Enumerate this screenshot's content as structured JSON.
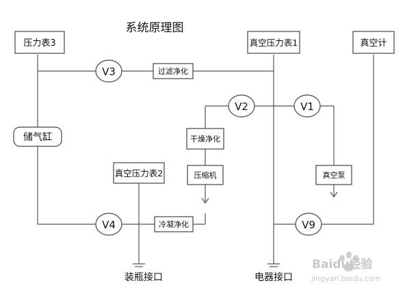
{
  "title": "系统原理图",
  "boxes": {
    "pressure_gauge_3": "压力表3",
    "vacuum_pressure_gauge_1": "真空压力表1",
    "vacuum_meter": "真空计",
    "gas_tank": "储气缸",
    "vacuum_pressure_gauge_2": "真空压力表2",
    "filter_purify": "过滤净化",
    "dry_purify": "干燥净化",
    "compressor": "压缩机",
    "vacuum_pump": "真空泵",
    "condense_purify": "冷凝净化"
  },
  "valves": {
    "v1": "V1",
    "v2": "V2",
    "v3": "V3",
    "v4": "V4",
    "v9": "V9"
  },
  "ports": {
    "bottling": "装瓶接口",
    "appliance": "电器接口"
  },
  "watermark": {
    "brand": "Baidu经验",
    "url": "jingyan.baidu.com"
  }
}
